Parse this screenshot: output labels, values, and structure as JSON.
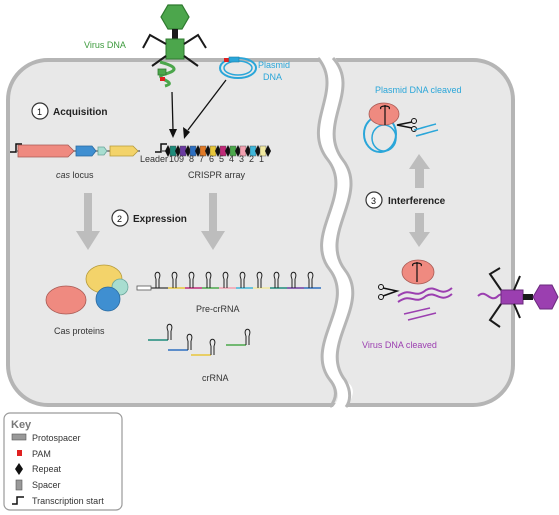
{
  "steps": {
    "acquisition": {
      "number": "1",
      "label": "Acquisition"
    },
    "expression": {
      "number": "2",
      "label": "Expression"
    },
    "interference": {
      "number": "3",
      "label": "Interference"
    }
  },
  "labels": {
    "virus_dna": "Virus DNA",
    "plasmid_dna_line1": "Plasmid",
    "plasmid_dna_line2": "DNA",
    "cas_word": "cas",
    "locus_word": " locus",
    "leader": "Leader",
    "crispr_array": "CRISPR array",
    "cas_proteins": "Cas proteins",
    "pre_crrna": "Pre-crRNA",
    "crrna": "crRNA",
    "plasmid_cleaved": "Plasmid DNA cleaved",
    "virus_cleaved": "Virus DNA cleaved"
  },
  "array_numbers": [
    "10",
    "9",
    "8",
    "7",
    "6",
    "5",
    "4",
    "3",
    "2",
    "1"
  ],
  "spacer_colors": [
    "#1d8b7a",
    "#6a3aa0",
    "#2d6fc0",
    "#e07a27",
    "#e7c63a",
    "#c02a78",
    "#4ba84b",
    "#f2a0b0",
    "#3fb6d9",
    "#f0e8a0"
  ],
  "key": {
    "title": "Key",
    "items": [
      {
        "icon": "protospacer-icon",
        "label": "Protospacer"
      },
      {
        "icon": "pam-icon",
        "label": "PAM"
      },
      {
        "icon": "repeat-icon",
        "label": "Repeat"
      },
      {
        "icon": "spacer-icon",
        "label": "Spacer"
      },
      {
        "icon": "transcription-start-icon",
        "label": "Transcription start"
      }
    ]
  },
  "colors": {
    "cell_fill": "#e8e8e8",
    "cell_stroke": "#b5b5b5",
    "virus": "#4ca64c",
    "plasmid": "#2aa6d9",
    "cleaved_virus": "#9b3fb0",
    "cas_pink": "#ef8a80",
    "cas_yellow": "#f3d36a",
    "cas_blue": "#3f8fd1",
    "cas_teal": "#a8ddd0"
  }
}
